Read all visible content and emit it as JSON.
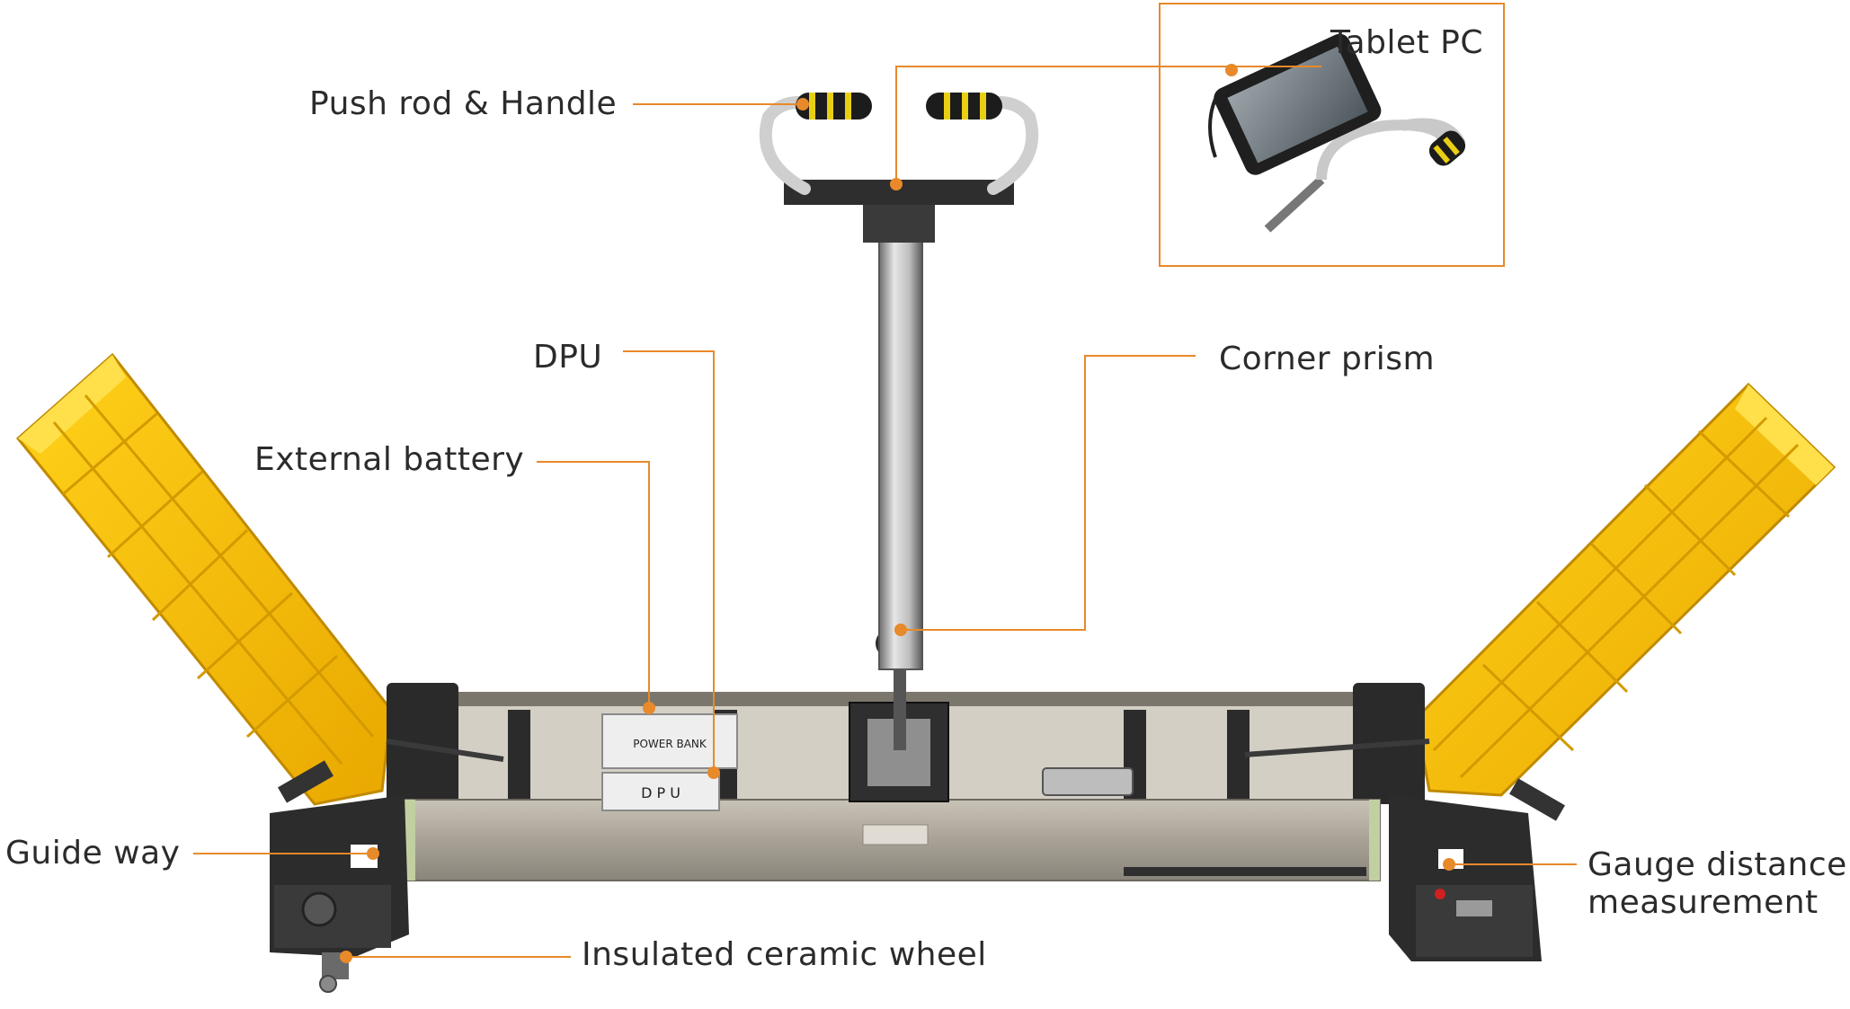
{
  "accent_color": "#e8892a",
  "yellow": "#f5c10c",
  "labels": {
    "tablet_pc": "Tablet PC",
    "push_rod_handle": "Push rod & Handle",
    "dpu_upper": "DPU",
    "corner_prism": "Corner prism",
    "external_battery": "External battery",
    "guide_way": "Guide way",
    "gauge_distance_1": "Gauge distance",
    "gauge_distance_2": "measurement",
    "insulated_wheel": "Insulated ceramic wheel"
  },
  "device_text": {
    "power_bank": "POWER   BANK",
    "dpu_box": "D  P  U"
  }
}
